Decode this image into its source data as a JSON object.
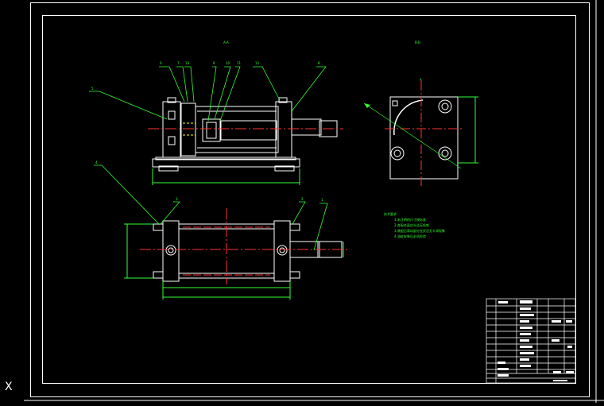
{
  "canvas": {
    "background": "#000000"
  },
  "colors": {
    "outline": "#ffffff",
    "dimension": "#00ff00",
    "centerline": "#ff3030",
    "hidden": "#ffff00",
    "titleblock": "#ffffff"
  },
  "views": {
    "front_label": "A-A",
    "side_label": "B-B",
    "section_mark": "A"
  },
  "balloons": [
    "6",
    "7",
    "13",
    "8",
    "10",
    "11",
    "12",
    "B",
    "5",
    "4",
    "3",
    "2",
    "1"
  ],
  "notes": {
    "title": "技术要求",
    "lines": [
      "1.未注明的尺寸按标准",
      "2.各配合面应光洁无毛刺",
      "3.装配后滑动部分应灵活无卡滞现象",
      "4.油缸安装后必须检验"
    ]
  },
  "ucs_icon": "axis-x-icon",
  "ucs_text": "X"
}
